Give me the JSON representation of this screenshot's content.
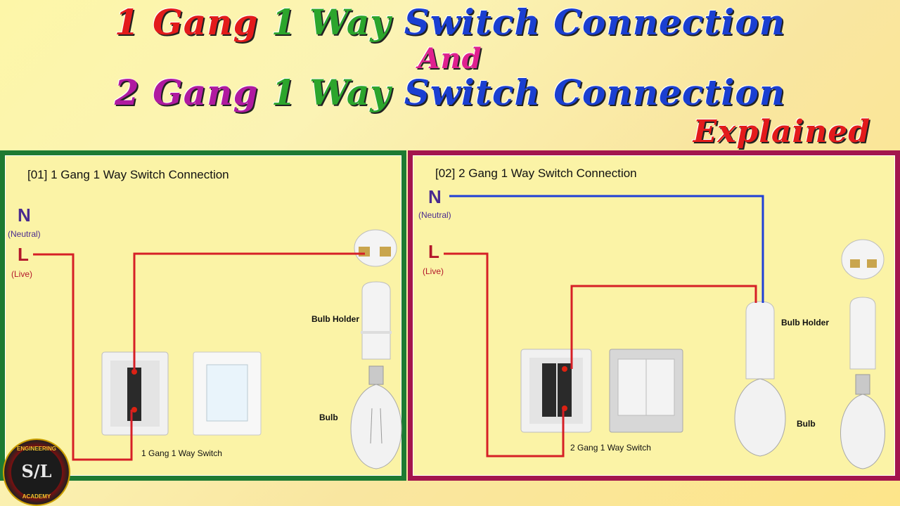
{
  "title": {
    "line1": {
      "a": "1 Gang ",
      "b": "1 Way ",
      "c": "Switch Connection"
    },
    "line2": "And",
    "line3": {
      "a": "2 Gang ",
      "b": "1 Way ",
      "c": "Switch Connection"
    },
    "line4": "Explained"
  },
  "panel1": {
    "title": "[01] 1 Gang 1 Way Switch Connection",
    "n_label": "N",
    "n_sub": "(Neutral)",
    "l_label": "L",
    "l_sub": "(Live)",
    "bulb_holder": "Bulb Holder",
    "bulb": "Bulb",
    "switch": "1 Gang 1 Way Switch"
  },
  "panel2": {
    "title": "[02] 2 Gang 1 Way Switch Connection",
    "n_label": "N",
    "n_sub": "(Neutral)",
    "l_label": "L",
    "l_sub": "(Live)",
    "bulb_holder": "Bulb Holder",
    "bulb": "Bulb",
    "switch": "2 Gang 1 Way Switch"
  },
  "logo": {
    "mono": "S/L",
    "top": "ENGINEERING",
    "bottom": "ACADEMY"
  },
  "colors": {
    "live": "#d61f26",
    "neutral": "#1f3fd6",
    "panel1_border": "#1d7a32",
    "panel2_border": "#a3154d"
  }
}
